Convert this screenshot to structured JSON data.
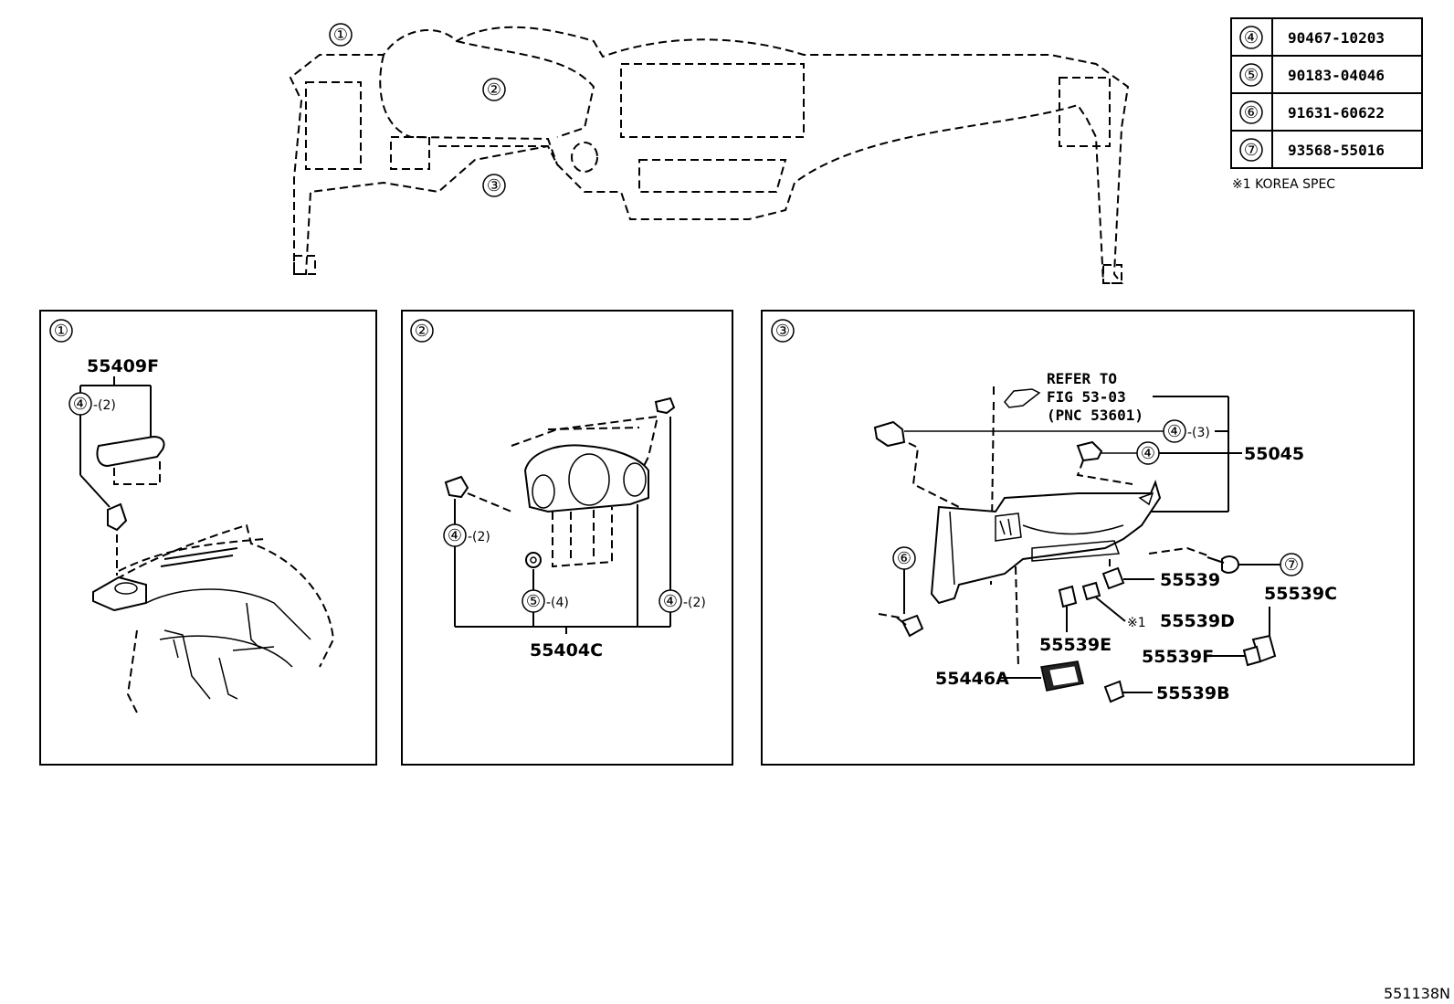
{
  "overview": {
    "callouts": [
      "①",
      "②",
      "③"
    ]
  },
  "legend": {
    "rows": [
      {
        "mark": "④",
        "part": "90467-10203"
      },
      {
        "mark": "⑤",
        "part": "90183-04046"
      },
      {
        "mark": "⑥",
        "part": "91631-60622"
      },
      {
        "mark": "⑦",
        "part": "93568-55016"
      }
    ],
    "note": "※1 KOREA SPEC"
  },
  "panel1": {
    "index": "①",
    "part": "55409F",
    "fastener_mark": "④",
    "fastener_qty": "-(2)"
  },
  "panel2": {
    "index": "②",
    "part": "55404C",
    "clip_left_mark": "④",
    "clip_left_qty": "-(2)",
    "screw_mark": "⑤",
    "screw_qty": "-(4)",
    "clip_right_mark": "④",
    "clip_right_qty": "-(2)"
  },
  "panel3": {
    "index": "③",
    "refer": [
      "REFER TO",
      "FIG 53-03",
      "(PNC 53601)"
    ],
    "clip_a_mark": "④",
    "clip_a_qty": "-(3)",
    "clip_b_mark": "④",
    "part_main": "55045",
    "bolt_mark": "⑥",
    "screw_mark": "⑦",
    "p55539": "55539",
    "p55539c": "55539C",
    "korea_mark": "※1",
    "p55539d": "55539D",
    "p55539e": "55539E",
    "p55539f": "55539F",
    "p55446a": "55446A",
    "p55539b": "55539B"
  },
  "figure_code": "551138N"
}
